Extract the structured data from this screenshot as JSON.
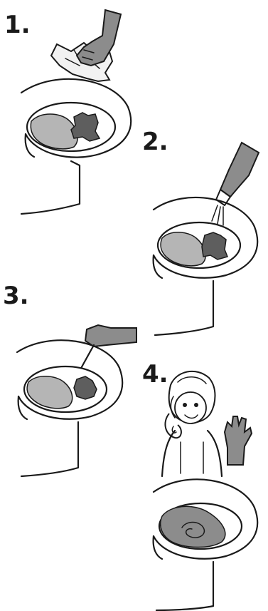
{
  "steps": [
    {
      "number": "1."
    },
    {
      "number": "2."
    },
    {
      "number": "3."
    },
    {
      "number": "4."
    }
  ],
  "colors": {
    "line": "#1a1a1a",
    "glove": "#8c8c8c",
    "stain_light": "#b5b5b5",
    "stain_dark": "#5e5e5e",
    "paper": "#f2f2f2"
  }
}
